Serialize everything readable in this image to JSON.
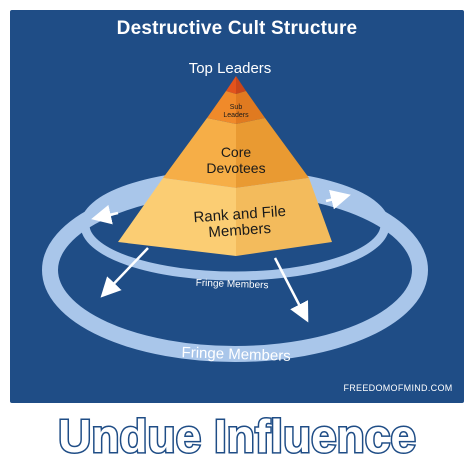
{
  "title": "Destructive Cult Structure",
  "pyramid": {
    "top_label": "Top Leaders",
    "sub_leaders": [
      "Sub",
      "Leaders"
    ],
    "core_devotees": [
      "Core",
      "Devotees"
    ],
    "rank_and_file": [
      "Rank and File",
      "Members"
    ]
  },
  "rings": {
    "inner_label": "Fringe Members",
    "outer_label": "Fringe Members"
  },
  "website": "FREEDOMOFMIND.COM",
  "banner": "Undue Influence",
  "colors": {
    "background": "#1f4d86",
    "ring": "#a9c6ea",
    "pyramid_top": "#e3531c",
    "pyramid_sub": "#f08a2a",
    "pyramid_core": "#f6ae47",
    "pyramid_rank": "#fbcd73",
    "banner_fill": "#ffffff",
    "banner_stroke": "#1f4d86"
  }
}
